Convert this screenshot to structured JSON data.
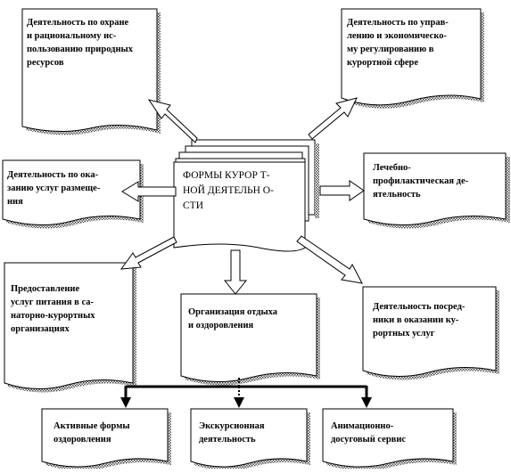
{
  "center": {
    "lines": [
      "ФОРМЫ КУРОР Т-",
      "НОЙ ДЕЯТЕЛЬН О-",
      "СТИ"
    ]
  },
  "nodes": {
    "top_left": [
      "Деятельность  по охране",
      "и рациональному ис-",
      "пользованию природных",
      "ресурсов"
    ],
    "top_right": [
      "Деятельность  по управ-",
      "лению и экономическо-",
      "му регулированию в",
      "курортной сфере"
    ],
    "mid_left": [
      "Деятельность  по ока-",
      "занию услуг размеще-",
      "ния"
    ],
    "mid_right": [
      "Лечебно-",
      "профилактическая де-",
      "ятельность"
    ],
    "low_left": [
      "Предоставление",
      "услуг питания в са-",
      "наторно-курортных",
      "организациях"
    ],
    "low_center": [
      "Организация отдыха",
      "и оздоровления"
    ],
    "low_right": [
      "Деятельность  посред-",
      "ники в оказании ку-",
      "рортных услуг"
    ],
    "bottom_1": [
      "Активные формы",
      "оздоровления"
    ],
    "bottom_2": [
      "Экскурсионная",
      "деятельность"
    ],
    "bottom_3": [
      "Анимационно-",
      "досуговый сервис"
    ]
  }
}
